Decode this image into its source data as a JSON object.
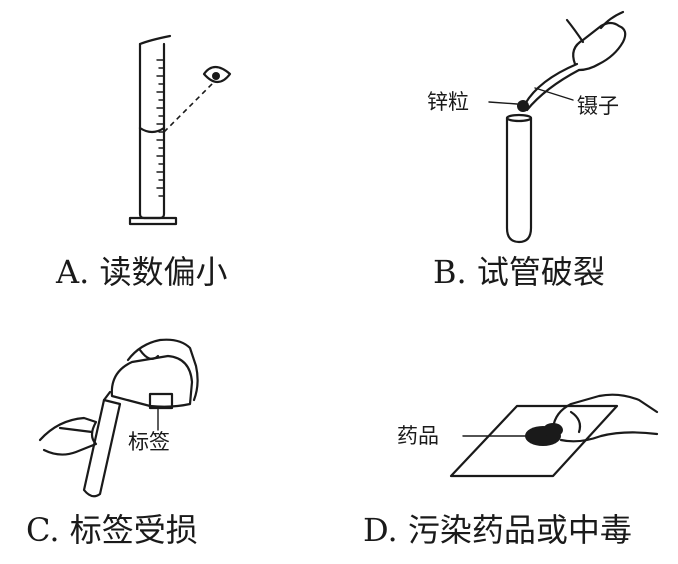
{
  "panels": {
    "a": {
      "caption": "A. 读数偏小"
    },
    "b": {
      "caption": "B. 试管破裂",
      "label_granule": "锌粒",
      "label_tweezers": "镊子"
    },
    "c": {
      "caption": "C. 标签受损",
      "label_tag": "标签"
    },
    "d": {
      "caption": "D. 污染药品或中毒",
      "label_drug": "药品"
    }
  },
  "colors": {
    "ink": "#1a1a1a",
    "background": "#ffffff"
  }
}
